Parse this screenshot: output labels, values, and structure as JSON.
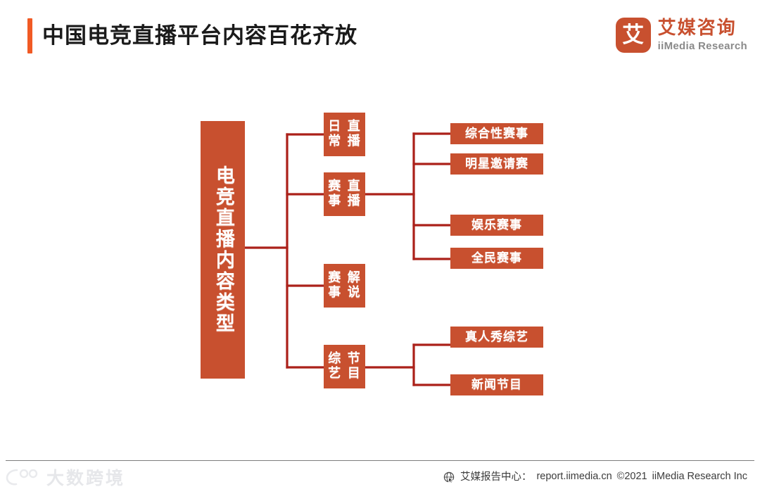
{
  "header": {
    "title": "中国电竞直播平台内容百花齐放",
    "accent_color": "#F15A24"
  },
  "brand": {
    "mark_glyph": "艾",
    "name_cn": "艾媒咨询",
    "name_en": "iiMedia Research",
    "color": "#C8502F"
  },
  "diagram": {
    "type": "tree",
    "node_fill": "#C8502F",
    "node_text_color": "#FFFFFF",
    "connector_color": "#AB2019",
    "root": {
      "label": "电竞直播内容类型"
    },
    "level2": [
      {
        "label_line1": "日常",
        "label_line2": "直播"
      },
      {
        "label_line1": "赛事",
        "label_line2": "直播"
      },
      {
        "label_line1": "赛事",
        "label_line2": "解说"
      },
      {
        "label_line1": "综艺",
        "label_line2": "节目"
      }
    ],
    "level3": [
      {
        "label": "综合性赛事",
        "parent": "赛事直播"
      },
      {
        "label": "明星邀请赛",
        "parent": "赛事直播"
      },
      {
        "label": "娱乐赛事",
        "parent": "赛事直播"
      },
      {
        "label": "全民赛事",
        "parent": "赛事直播"
      },
      {
        "label": "真人秀综艺",
        "parent": "综艺节目"
      },
      {
        "label": "新闻节目",
        "parent": "综艺节目"
      }
    ]
  },
  "footer": {
    "icon": "globe-cursor-icon",
    "source_label": "艾媒报告中心：",
    "url": "report.iimedia.cn",
    "copyright": "©2021",
    "company": "iiMedia Research  Inc"
  },
  "watermark": {
    "text": "大数跨境"
  }
}
